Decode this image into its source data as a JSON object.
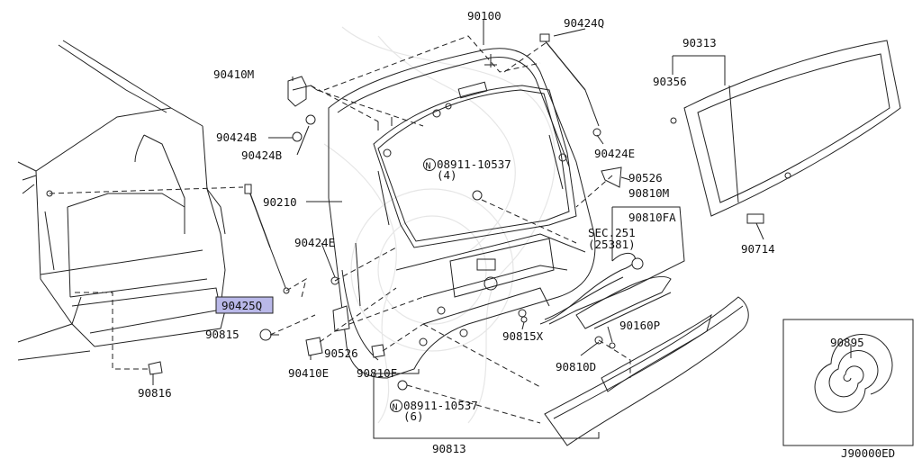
{
  "labels": {
    "p90100": "90100",
    "p90424q": "90424Q",
    "p90410m": "90410M",
    "p90424b_1": "90424B",
    "p90424b_2": "90424B",
    "p90313": "90313",
    "p90356": "90356",
    "p08911_a": "08911-10537",
    "p08911_a_qty": "(4)",
    "p90424e_top": "90424E",
    "p90526_top": "90526",
    "p90810m": "90810M",
    "p90210": "90210",
    "p90810fa": "90810FA",
    "sec251": "SEC.251",
    "p25381": "(25381)",
    "p90714": "90714",
    "p90424e_left": "90424E",
    "p90425q": "90425Q",
    "p90815": "90815",
    "p90526_bot": "90526",
    "p90815x": "90815X",
    "p90160p": "90160P",
    "p90410e": "90410E",
    "p90810f": "90810F",
    "p90810d": "90810D",
    "p90816": "90816",
    "p08911_b": "08911-10537",
    "p08911_b_qty": "(6)",
    "p90813": "90813",
    "p90895": "90895",
    "diagram_code": "J90000ED"
  },
  "nut_symbol": "N",
  "colors": {
    "highlight": "#b9b8e8",
    "line": "#222222"
  }
}
